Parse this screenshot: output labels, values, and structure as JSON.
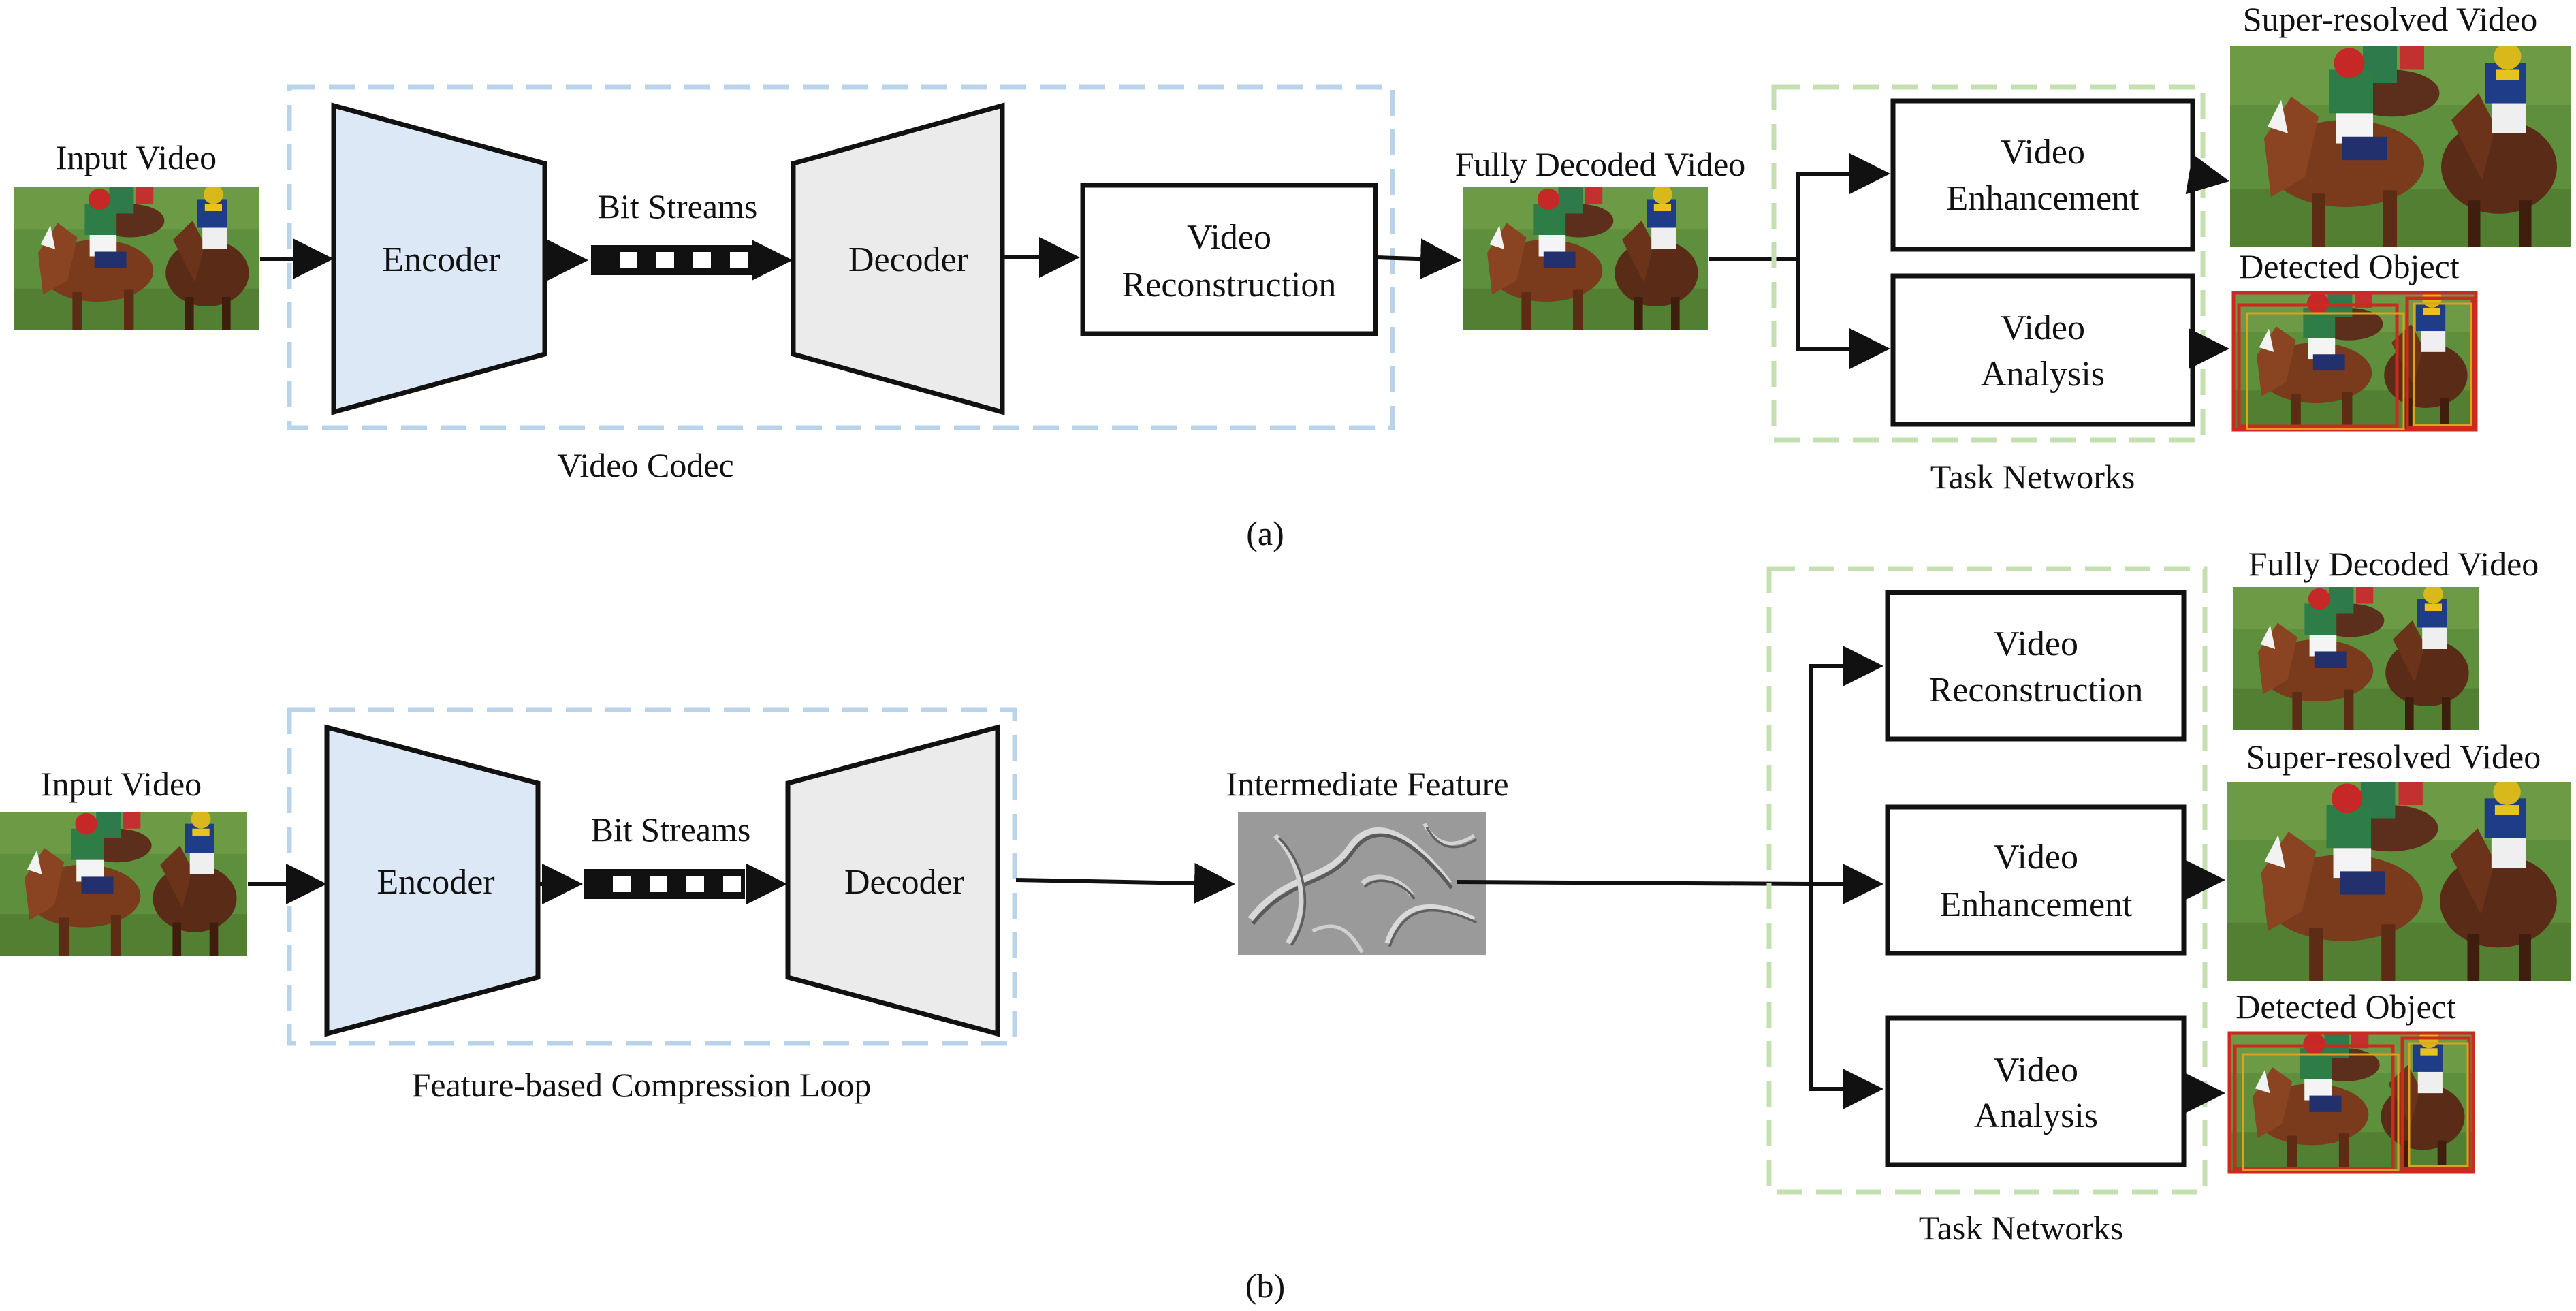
{
  "colors": {
    "encoder_fill": "#dce8f5",
    "decoder_fill": "#ebebeb",
    "codec_dash": "#b8d3ea",
    "task_dash": "#c4e0b0",
    "bbox_red": "#cc2a1e",
    "bbox_orange": "#e0a020"
  },
  "panel_a": {
    "input_label": "Input Video",
    "encoder": "Encoder",
    "bitstream_label": "Bit Streams",
    "decoder": "Decoder",
    "reconstruction_line1": "Video",
    "reconstruction_line2": "Reconstruction",
    "codec_label": "Video Codec",
    "fully_decoded_label": "Fully Decoded Video",
    "enhancement_line1": "Video",
    "enhancement_line2": "Enhancement",
    "analysis_line1": "Video",
    "analysis_line2": "Analysis",
    "task_label": "Task Networks",
    "sr_label": "Super-resolved Video",
    "det_label": "Detected Object",
    "caption": "(a)"
  },
  "panel_b": {
    "input_label": "Input Video",
    "encoder": "Encoder",
    "bitstream_label": "Bit Streams",
    "decoder": "Decoder",
    "loop_label": "Feature-based Compression Loop",
    "feature_label": "Intermediate Feature",
    "reconstruction_line1": "Video",
    "reconstruction_line2": "Reconstruction",
    "enhancement_line1": "Video",
    "enhancement_line2": "Enhancement",
    "analysis_line1": "Video",
    "analysis_line2": "Analysis",
    "task_label": "Task Networks",
    "fully_decoded_label": "Fully Decoded Video",
    "sr_label": "Super-resolved Video",
    "det_label": "Detected Object",
    "caption": "(b)"
  }
}
